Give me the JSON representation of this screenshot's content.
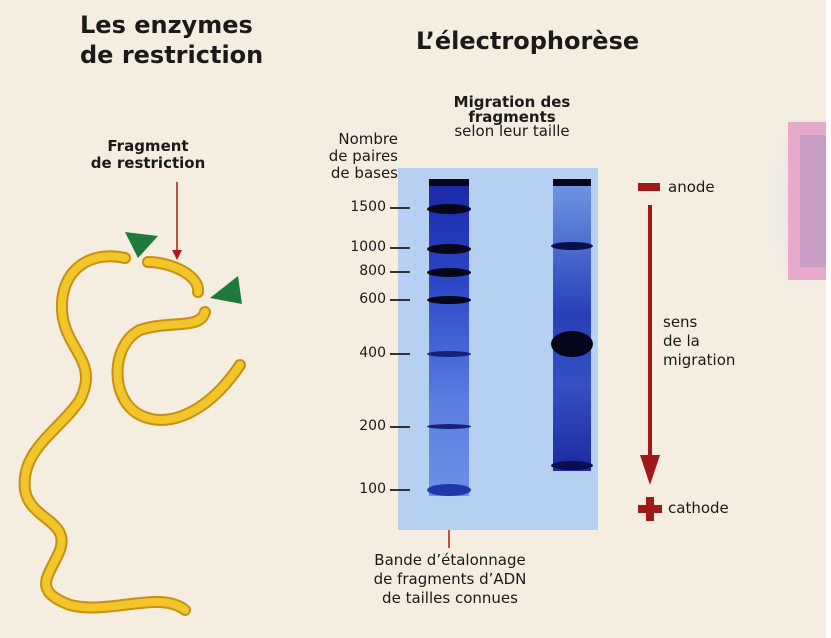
{
  "left_panel": {
    "title_line1": "Les enzymes",
    "title_line2": "de restriction",
    "fragment_label_line1": "Fragment",
    "fragment_label_line2": "de restriction"
  },
  "right_panel": {
    "title": "L’électrophorèse",
    "migration_title_line1": "Migration des",
    "migration_title_line2": "fragments",
    "migration_subtitle": "selon leur taille",
    "axis_label_line1": "Nombre",
    "axis_label_line2": "de paires",
    "axis_label_line3": "de bases",
    "ticks": [
      "1500",
      "1000",
      "800",
      "600",
      "400",
      "200",
      "100"
    ],
    "anode_label": "anode",
    "cathode_label": "cathode",
    "direction_line1": "sens",
    "direction_line2": "de la",
    "direction_line3": "migration",
    "ladder_caption_line1": "Bande d’étalonnage",
    "ladder_caption_line2": "de fragments d’ADN",
    "ladder_caption_line3": "de tailles connues"
  },
  "colors": {
    "background": "#f4ede0",
    "gel": "#b5d0f0",
    "dna": "#f0c020",
    "enzyme": "#1e7a3a",
    "accent": "#b01818"
  }
}
